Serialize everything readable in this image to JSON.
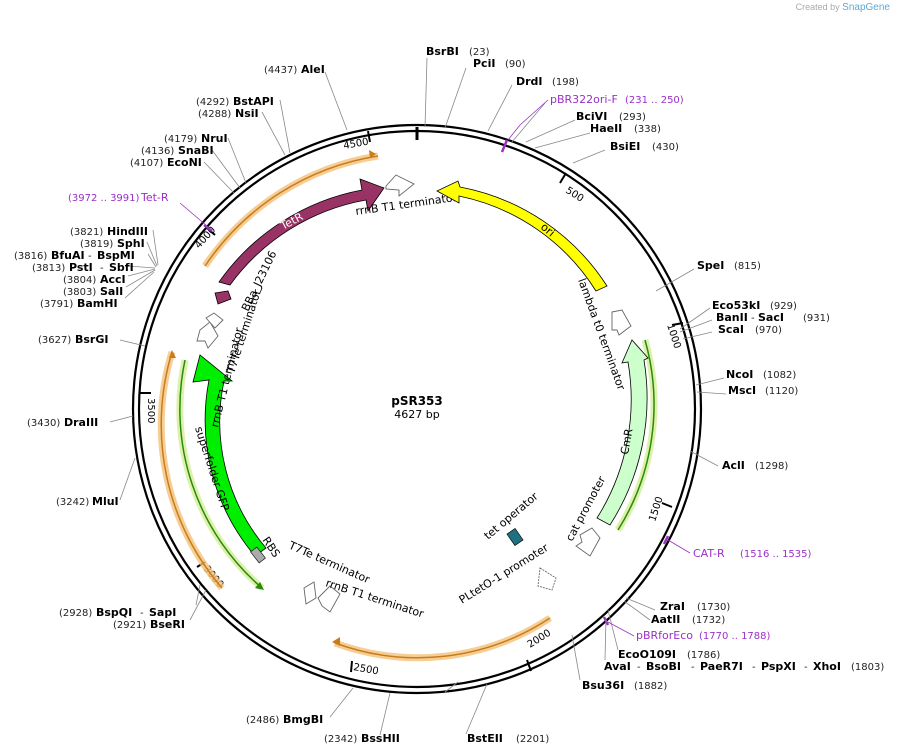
{
  "credit": {
    "prefix": "Created by",
    "brand": "SnapGene"
  },
  "plasmid": {
    "name": "pSR353",
    "length_label": "4627 bp",
    "length": 4627
  },
  "ticks": [
    "500",
    "1000",
    "1500",
    "2000",
    "2500",
    "3000",
    "3500",
    "4000",
    "4500"
  ],
  "sites": [
    {
      "name": "BsrBI",
      "pos": "(23)"
    },
    {
      "name": "PciI",
      "pos": "(90)"
    },
    {
      "name": "DrdI",
      "pos": "(198)"
    },
    {
      "name": "BciVI",
      "pos": "(293)"
    },
    {
      "name": "HaeII",
      "pos": "(338)"
    },
    {
      "name": "BsiEI",
      "pos": "(430)"
    },
    {
      "name": "SpeI",
      "pos": "(815)"
    },
    {
      "name": "Eco53kI",
      "pos": "(929)"
    },
    {
      "name": "BanII",
      "pos": "(931)",
      "extra": "SacI"
    },
    {
      "name": "ScaI",
      "pos": "(970)"
    },
    {
      "name": "NcoI",
      "pos": "(1082)"
    },
    {
      "name": "MscI",
      "pos": "(1120)"
    },
    {
      "name": "AclI",
      "pos": "(1298)"
    },
    {
      "name": "ZraI",
      "pos": "(1730)"
    },
    {
      "name": "AatII",
      "pos": "(1732)"
    },
    {
      "name": "EcoO109I",
      "pos": "(1786)"
    },
    {
      "name": "Bsu36I",
      "pos": "(1882)"
    },
    {
      "name": "BstEII",
      "pos": "(2201)"
    },
    {
      "name": "BssHII",
      "pos": "(2342)"
    },
    {
      "name": "BmgBI",
      "pos": "(2486)"
    },
    {
      "name": "BseRI",
      "pos": "(2921)"
    },
    {
      "name": "MluI",
      "pos": "(3242)"
    },
    {
      "name": "DraIII",
      "pos": "(3430)"
    },
    {
      "name": "BsrGI",
      "pos": "(3627)"
    },
    {
      "name": "BamHI",
      "pos": "(3791)"
    },
    {
      "name": "SalI",
      "pos": "(3803)"
    },
    {
      "name": "AccI",
      "pos": "(3804)"
    },
    {
      "name": "HindIII",
      "pos": "(3821)"
    },
    {
      "name": "SphI",
      "pos": "(3819)"
    },
    {
      "name": "EcoNI",
      "pos": "(4107)"
    },
    {
      "name": "SnaBI",
      "pos": "(4136)"
    },
    {
      "name": "NruI",
      "pos": "(4179)"
    },
    {
      "name": "NsiI",
      "pos": "(4288)"
    },
    {
      "name": "BstAPI",
      "pos": "(4292)"
    },
    {
      "name": "AleI",
      "pos": "(4437)"
    }
  ],
  "multi_sites": [
    {
      "pos": "(3816)",
      "a": "BfuAI",
      "b": "BspMI"
    },
    {
      "pos": "(3813)",
      "a": "PstI",
      "b": "SbfI"
    },
    {
      "pos": "(2928)",
      "a": "BspQI",
      "b": "SapI"
    },
    {
      "pos": "(1803)",
      "names": [
        "AvaI",
        "BsoBI",
        "PaeR7I",
        "PspXI",
        "XhoI"
      ]
    }
  ],
  "primers": [
    {
      "name": "pBR322ori-F",
      "range": "(231 .. 250)"
    },
    {
      "name": "CAT-R",
      "range": "(1516 .. 1535)"
    },
    {
      "name": "pBRforEco",
      "range": "(1770 .. 1788)"
    },
    {
      "name": "Tet-R",
      "range": "(3972 .. 3991)"
    }
  ],
  "features": [
    {
      "name": "ori",
      "color": "#ffff00"
    },
    {
      "name": "CmR",
      "color": "#ccffcc"
    },
    {
      "name": "superfolder GFP",
      "color": "#00ee00"
    },
    {
      "name": "TetR",
      "color": "#993366"
    },
    {
      "name": "BBa_J23106",
      "color": "#993366"
    },
    {
      "name": "rrnB T1 terminator",
      "color": "#ffffff"
    },
    {
      "name": "T7Te terminator",
      "color": "#ffffff"
    },
    {
      "name": "lambda t0 terminator",
      "color": "#ffffff"
    },
    {
      "name": "cat promoter",
      "color": "#ffffff"
    },
    {
      "name": "PLtetO-1 promoter",
      "color": "#ffffff"
    },
    {
      "name": "tet operator",
      "color": "#207080"
    },
    {
      "name": "RBS",
      "color": "#aaaaaa"
    }
  ],
  "orf_color": "#e8a030",
  "primer_color": "#9b30c8"
}
